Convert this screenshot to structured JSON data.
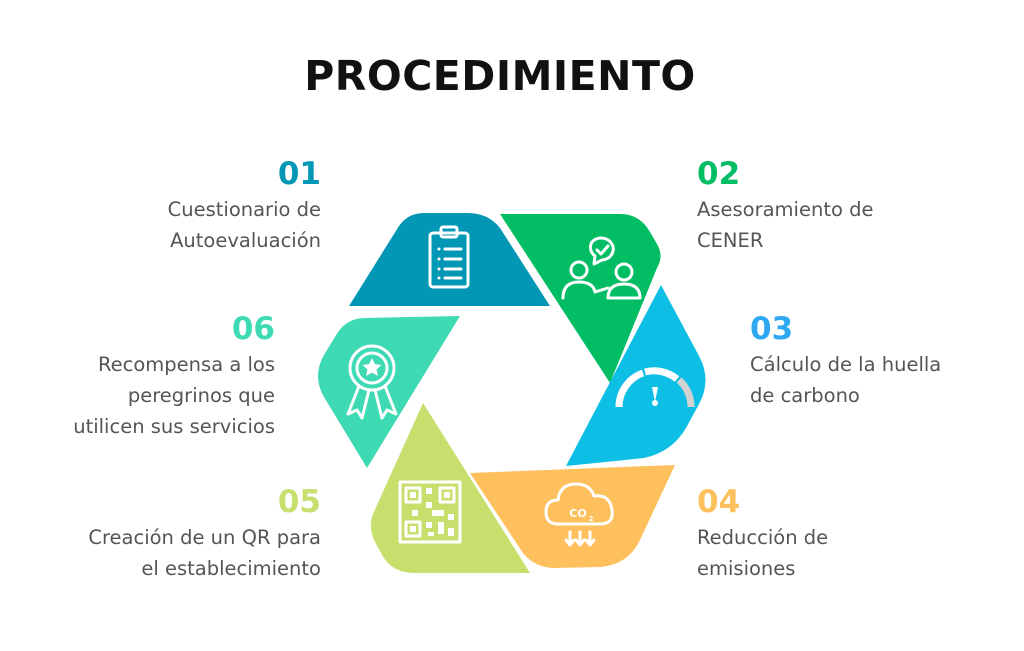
{
  "title": "PROCEDIMIENTO",
  "colors": {
    "step1": "#0397b6",
    "step2": "#02bd63",
    "step3": "#0dbfe4",
    "step4": "#fec05c",
    "step5": "#c7df6c",
    "step6": "#3ddab3",
    "num3": "#2fa8f2"
  },
  "steps": [
    {
      "number": "01",
      "label_line1": "Cuestionario de",
      "label_line2": "Autoevaluación",
      "icon": "clipboard-icon"
    },
    {
      "number": "02",
      "label_line1": "Asesoramiento de",
      "label_line2": "CENER",
      "icon": "consultation-icon"
    },
    {
      "number": "03",
      "label_line1": "Cálculo de la huella",
      "label_line2": "de carbono",
      "icon": "gauge-icon"
    },
    {
      "number": "04",
      "label_line1": "Reducción de",
      "label_line2": "emisiones",
      "icon": "co2-cloud-icon"
    },
    {
      "number": "05",
      "label_line1": "Creación de un QR para",
      "label_line2": "el establecimiento",
      "icon": "qr-code-icon"
    },
    {
      "number": "06",
      "label_line1": "Recompensa a los",
      "label_line2": "peregrinos que",
      "label_line3": "utilicen sus servicios",
      "icon": "award-ribbon-icon"
    }
  ],
  "icon_text": {
    "co2": "CO",
    "co2_sub": "2"
  }
}
